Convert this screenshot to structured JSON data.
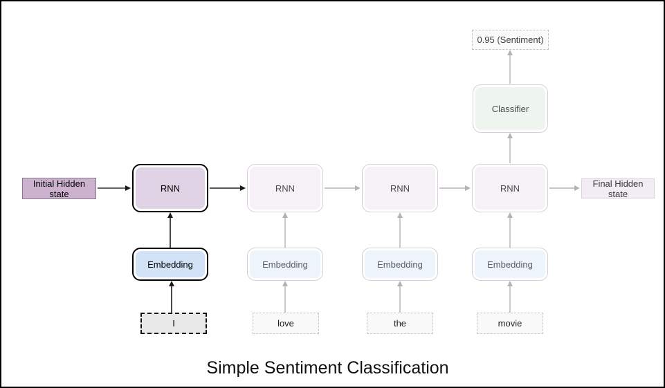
{
  "title": "Simple Sentiment Classification",
  "nodes": {
    "initial_hidden": "Initial Hidden state",
    "final_hidden": "Final Hidden state",
    "classifier": "Classifier",
    "sentiment_output": "0.95 (Sentiment)"
  },
  "columns": [
    {
      "word": "I",
      "embedding": "Embedding",
      "rnn": "RNN"
    },
    {
      "word": "love",
      "embedding": "Embedding",
      "rnn": "RNN"
    },
    {
      "word": "the",
      "embedding": "Embedding",
      "rnn": "RNN"
    },
    {
      "word": "movie",
      "embedding": "Embedding",
      "rnn": "RNN"
    }
  ],
  "colors": {
    "active_rnn_fill": "#e0d3e6",
    "inactive_rnn_fill": "#f6f1f7",
    "active_embedding_fill": "#d2e3f7",
    "inactive_embedding_fill": "#eef4fc",
    "classifier_fill": "#edf5ee",
    "initial_hidden_fill": "#ccb2cf",
    "final_hidden_fill": "#f2edf5",
    "active_word_fill": "#e8e8e8",
    "inactive_word_fill": "#f9f9f9",
    "active_stroke": "#1a1a1a",
    "inactive_stroke": "#b3b3b3"
  }
}
